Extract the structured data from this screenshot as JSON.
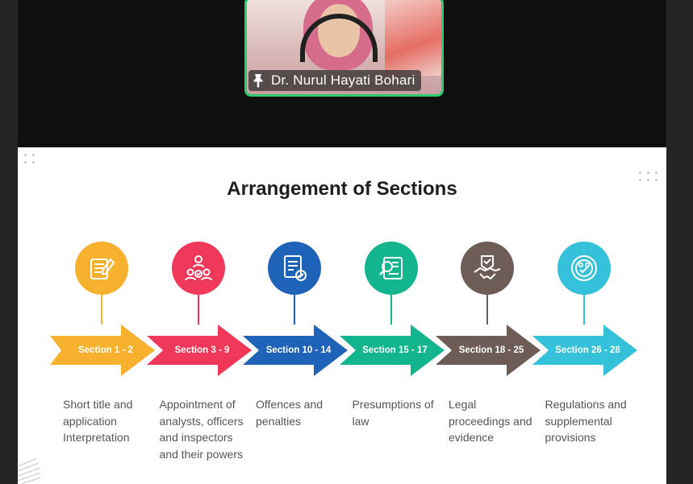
{
  "participant": {
    "name": "Dr. Nurul Hayati Bohari",
    "pin_icon": "pin-icon",
    "border_color": "#2ecc71"
  },
  "slide": {
    "title": "Arrangement of Sections",
    "steps": [
      {
        "section": "Section 1 - 2",
        "description": "Short title and application Interpretation",
        "color": "#f7b12f",
        "icon": "document-pen-icon"
      },
      {
        "section": "Section 3 - 9",
        "description": "Appointment of analysts, officers and inspectors and their powers",
        "color": "#f0395a",
        "icon": "people-network-icon"
      },
      {
        "section": "Section 10 - 14",
        "description": "Offences and penalties",
        "color": "#1f63b8",
        "icon": "document-check-icon"
      },
      {
        "section": "Section 15 - 17",
        "description": "Presumptions of law",
        "color": "#13b58e",
        "icon": "document-search-icon"
      },
      {
        "section": "Section 18 - 25",
        "description": "Legal proceedings and evidence",
        "color": "#6e5c57",
        "icon": "handshake-icon"
      },
      {
        "section": "Section 26 - 28",
        "description": "Regulations and supplemental provisions",
        "color": "#35c1d9",
        "icon": "approval-badge-icon"
      }
    ]
  }
}
